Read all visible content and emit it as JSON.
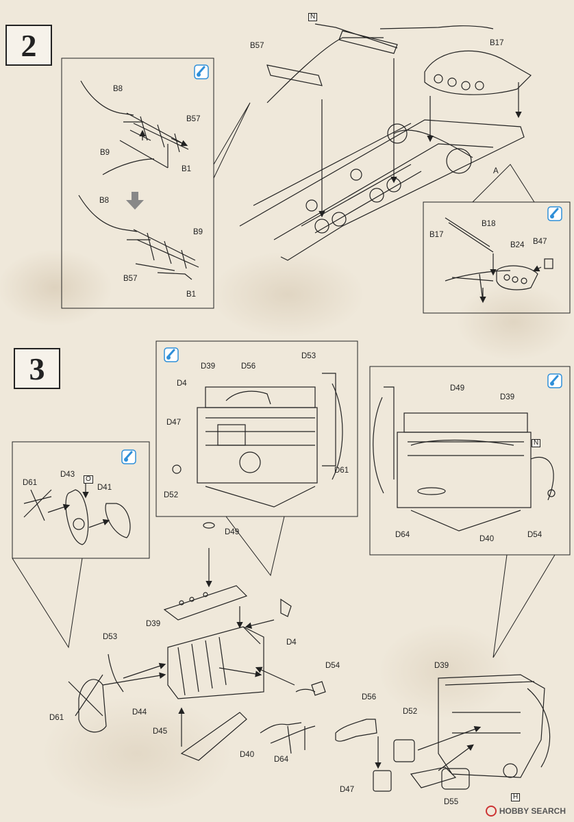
{
  "steps": {
    "step2": "2",
    "step3": "3"
  },
  "marks": {
    "n1": "N",
    "n2": "N",
    "o": "O",
    "h": "H"
  },
  "labels": {
    "s2_b57_main": "B57",
    "s2_b17_main": "B17",
    "s2_a": "A",
    "s2_b8_top": "B8",
    "s2_b57_top": "B57",
    "s2_b9_top": "B9",
    "s2_b1_top": "B1",
    "s2_b8_bot": "B8",
    "s2_b9_bot": "B9",
    "s2_b57_bot": "B57",
    "s2_b1_bot": "B1",
    "s2_b17_r": "B17",
    "s2_b18_r": "B18",
    "s2_b24_r": "B24",
    "s2_b47_r": "B47",
    "s3_d39_a": "D39",
    "s3_d56_a": "D56",
    "s3_d53_a": "D53",
    "s3_d4_a": "D4",
    "s3_d47_a": "D47",
    "s3_d61_a": "D61",
    "s3_d52_a": "D52",
    "s3_d49_b": "D49",
    "s3_d39_b": "D39",
    "s3_d64_b": "D64",
    "s3_d40_b": "D40",
    "s3_d54_b": "D54",
    "s3_d61_c": "D61",
    "s3_d43_c": "D43",
    "s3_d41_c": "D41",
    "s3_d49_m": "D49",
    "s3_d39_m": "D39",
    "s3_d4_m": "D4",
    "s3_d53_m": "D53",
    "s3_d54_m": "D54",
    "s3_d61_m": "D61",
    "s3_d44_m": "D44",
    "s3_d45_m": "D45",
    "s3_d40_m": "D40",
    "s3_d64_m": "D64",
    "s3_d56_m": "D56",
    "s3_d52_m": "D52",
    "s3_d39_f": "D39",
    "s3_d47_m": "D47",
    "s3_d55_m": "D55"
  },
  "watermark": "HOBBY SEARCH",
  "colors": {
    "paint_icon": "#2f8fd8",
    "ink": "#222222",
    "paper": "#efe8da"
  },
  "icons": [
    "paint-brush-icon"
  ]
}
